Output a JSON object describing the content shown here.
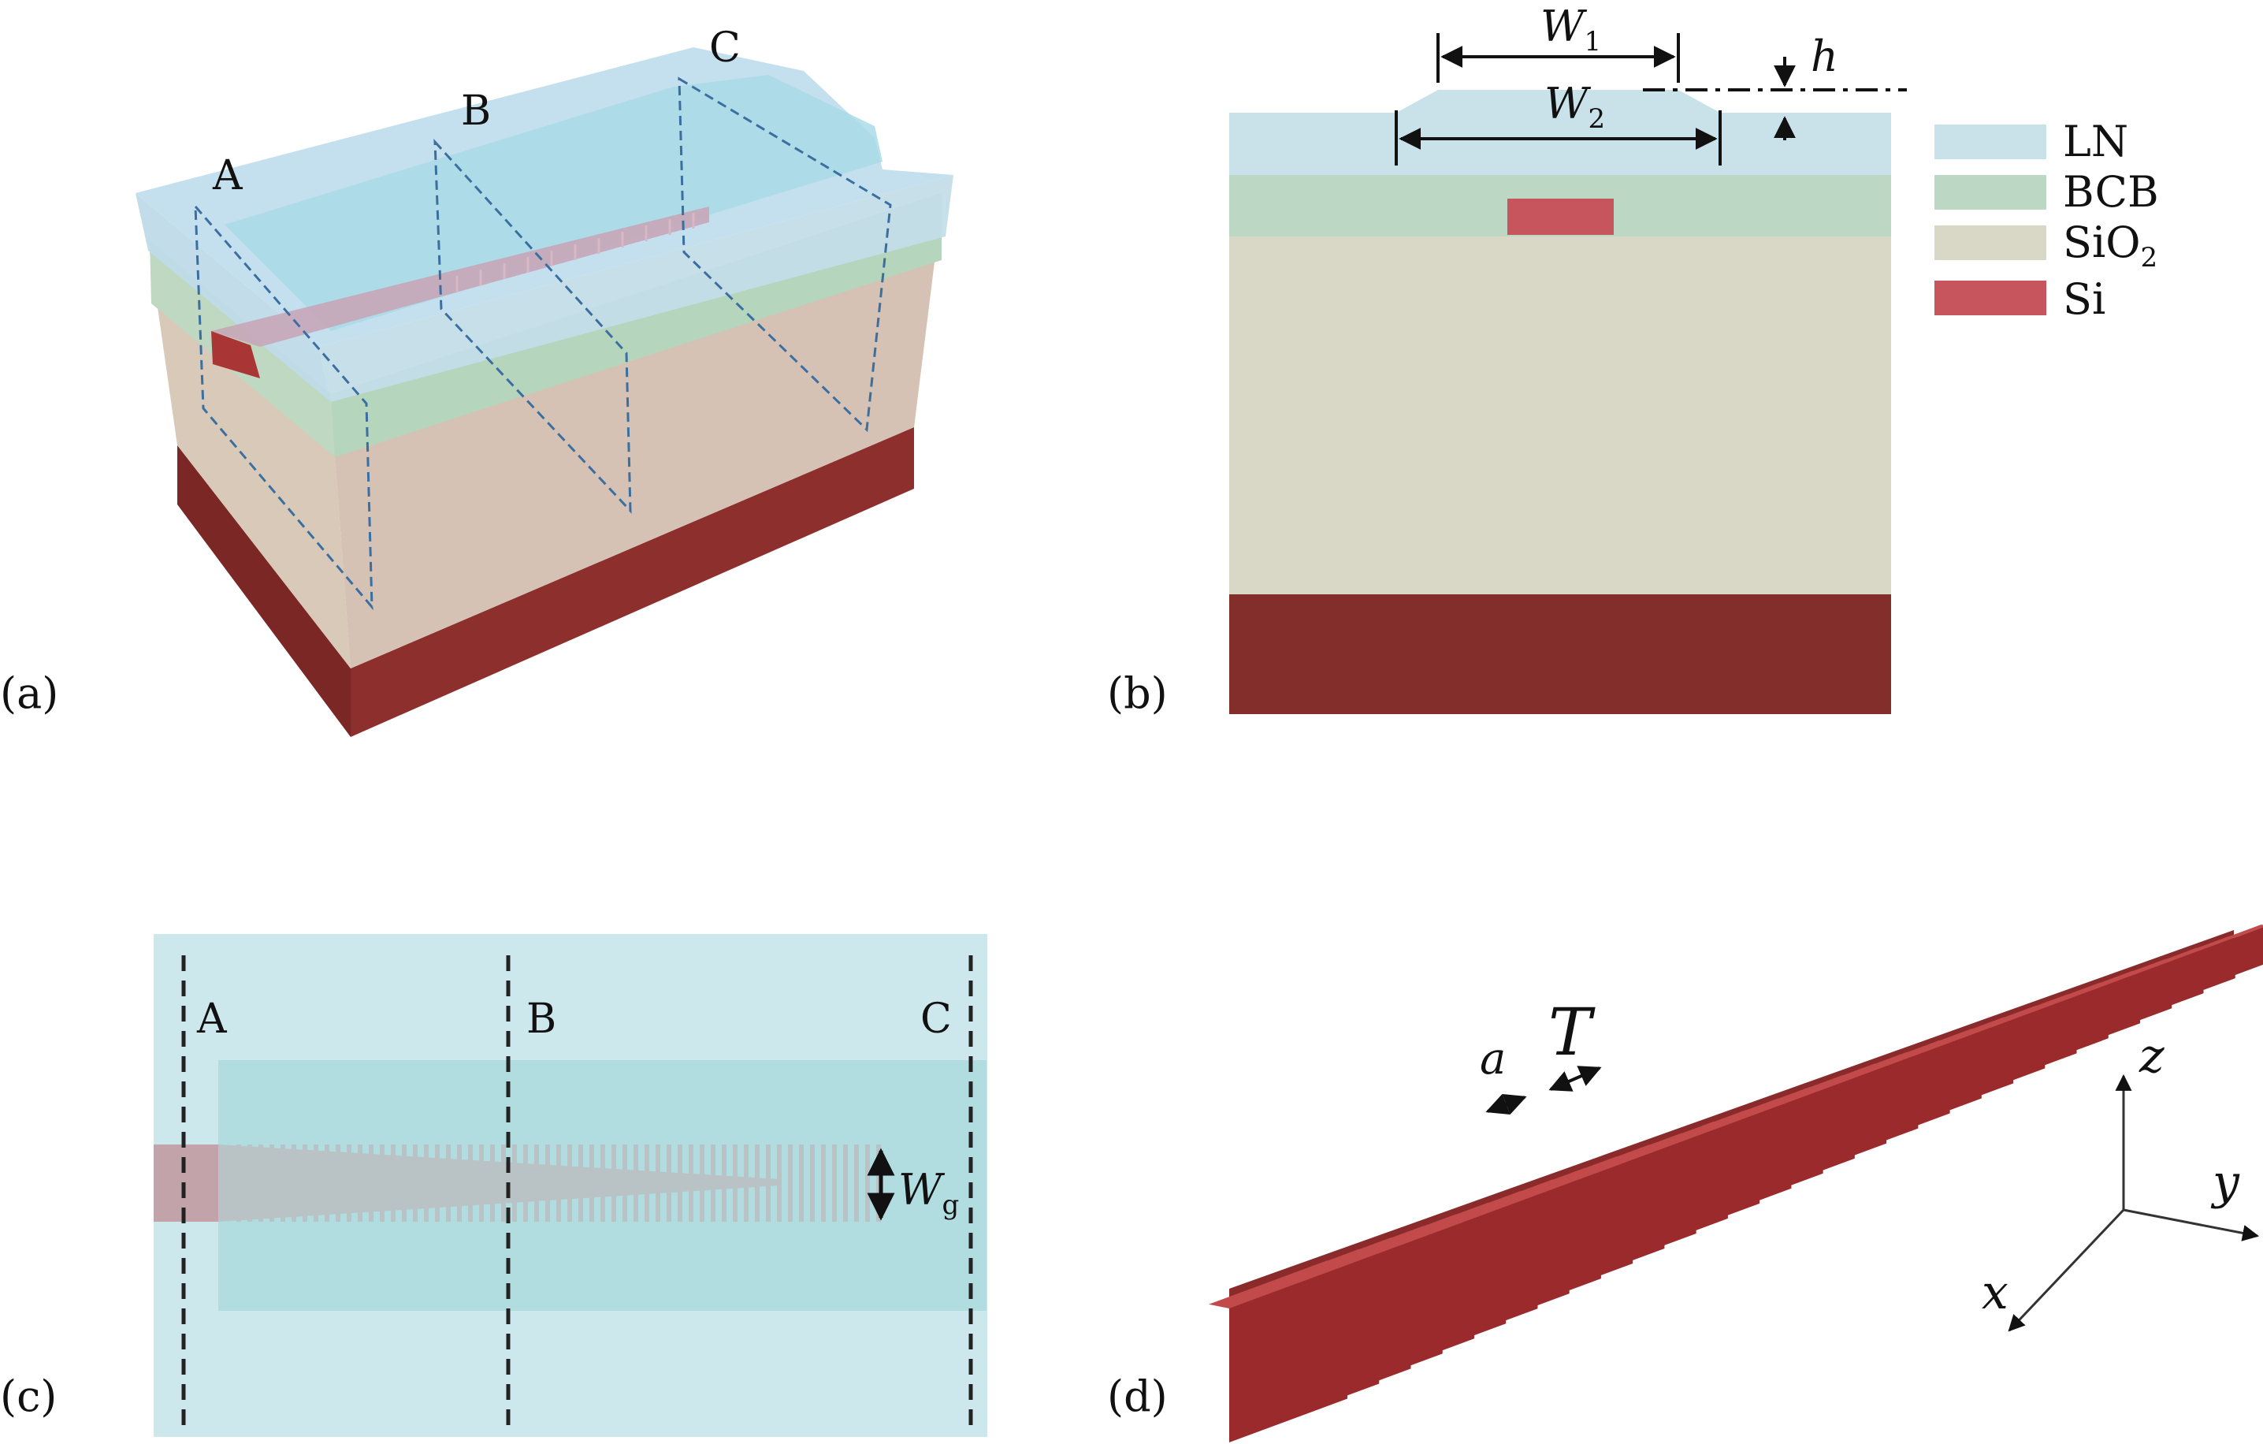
{
  "panels": {
    "a": {
      "tag": "(a)",
      "sections": [
        "A",
        "B",
        "C"
      ]
    },
    "b": {
      "tag": "(b)",
      "dims": {
        "w1": "W",
        "w1_sub": "1",
        "w2": "W",
        "w2_sub": "2",
        "h": "h"
      }
    },
    "c": {
      "tag": "(c)",
      "sections": [
        "A",
        "B",
        "C"
      ],
      "wg": "W",
      "wg_sub": "g"
    },
    "d": {
      "tag": "(d)",
      "a": "a",
      "T": "T",
      "axes": {
        "x": "x",
        "y": "y",
        "z": "z"
      }
    }
  },
  "legend": [
    {
      "label": "LN",
      "sub": "",
      "color": "#c9e2ea"
    },
    {
      "label": "BCB",
      "sub": "",
      "color": "#bcd8c5"
    },
    {
      "label": "SiO",
      "sub": "2",
      "color": "#d9d8c6"
    },
    {
      "label": "Si",
      "sub": "",
      "color": "#c6555d"
    }
  ],
  "colors": {
    "ln": "#c9e2ea",
    "bcb": "#bcd8c5",
    "sio2": "#d9d8c6",
    "si": "#c6555d",
    "substrate": "#842e2c",
    "dash": "#3b6fa0"
  }
}
